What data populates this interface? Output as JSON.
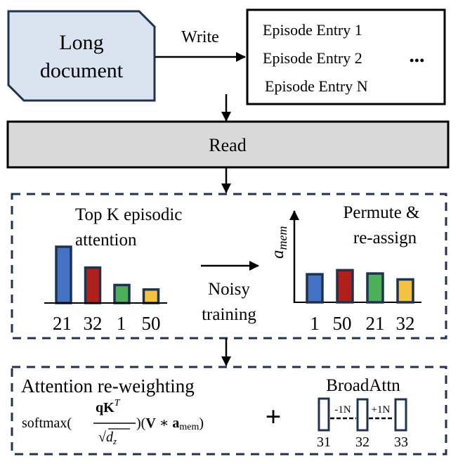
{
  "colors": {
    "doc_fill": "#dae3f0",
    "doc_stroke": "#1f3350",
    "read_fill": "#d9d9d9",
    "dash_stroke": "#1f3350",
    "bar_stroke": "#1f3350",
    "blue": "#4472c4",
    "red": "#b0201b",
    "green": "#4caf5a",
    "yellow": "#f4c242"
  },
  "long_document": {
    "line1": "Long",
    "line2": "document"
  },
  "write_label": "Write",
  "episode_box": {
    "entries": [
      "Episode Entry 1",
      "Episode Entry 2",
      "Episode Entry N"
    ],
    "ellipsis": "•••"
  },
  "read_label": "Read",
  "top_k_panel": {
    "title_line1": "Top K episodic",
    "title_line2": "attention",
    "noisy_line1": "Noisy",
    "noisy_line2": "training",
    "permute_line1": "Permute &",
    "permute_line2": "re-assign",
    "axis_label_main": "a",
    "axis_label_sub": "mem"
  },
  "chart_data": [
    {
      "type": "bar",
      "title": "Top K episodic attention",
      "categories": [
        "21",
        "32",
        "1",
        "50"
      ],
      "values": [
        1.0,
        0.63,
        0.32,
        0.24
      ],
      "colors": [
        "blue",
        "red",
        "green",
        "yellow"
      ],
      "ylim": [
        0,
        1.1
      ],
      "xlabel": "",
      "ylabel": ""
    },
    {
      "type": "bar",
      "title": "Permute & re-assign",
      "categories": [
        "1",
        "50",
        "21",
        "32"
      ],
      "values": [
        0.76,
        0.87,
        0.78,
        0.62
      ],
      "colors": [
        "blue",
        "red",
        "green",
        "yellow"
      ],
      "ylim": [
        0,
        1.6
      ],
      "xlabel": "",
      "ylabel": "a_mem"
    }
  ],
  "reweight_panel": {
    "title": "Attention re-weighting",
    "formula": {
      "fn": "softmax(",
      "numerator_q": "q",
      "numerator_K": "K",
      "numerator_sup": "T",
      "denom_sqrt": "√",
      "denom_d": "d",
      "denom_sub": "z",
      "close": ")(",
      "V": "V",
      "star": " ∗ ",
      "a": "a",
      "a_sub": "mem",
      "end": ")"
    },
    "plus": "+",
    "broadattn": {
      "title": "BroadAttn",
      "nodes": [
        "31",
        "32",
        "33"
      ],
      "links": [
        "-1N",
        "+1N"
      ]
    }
  }
}
